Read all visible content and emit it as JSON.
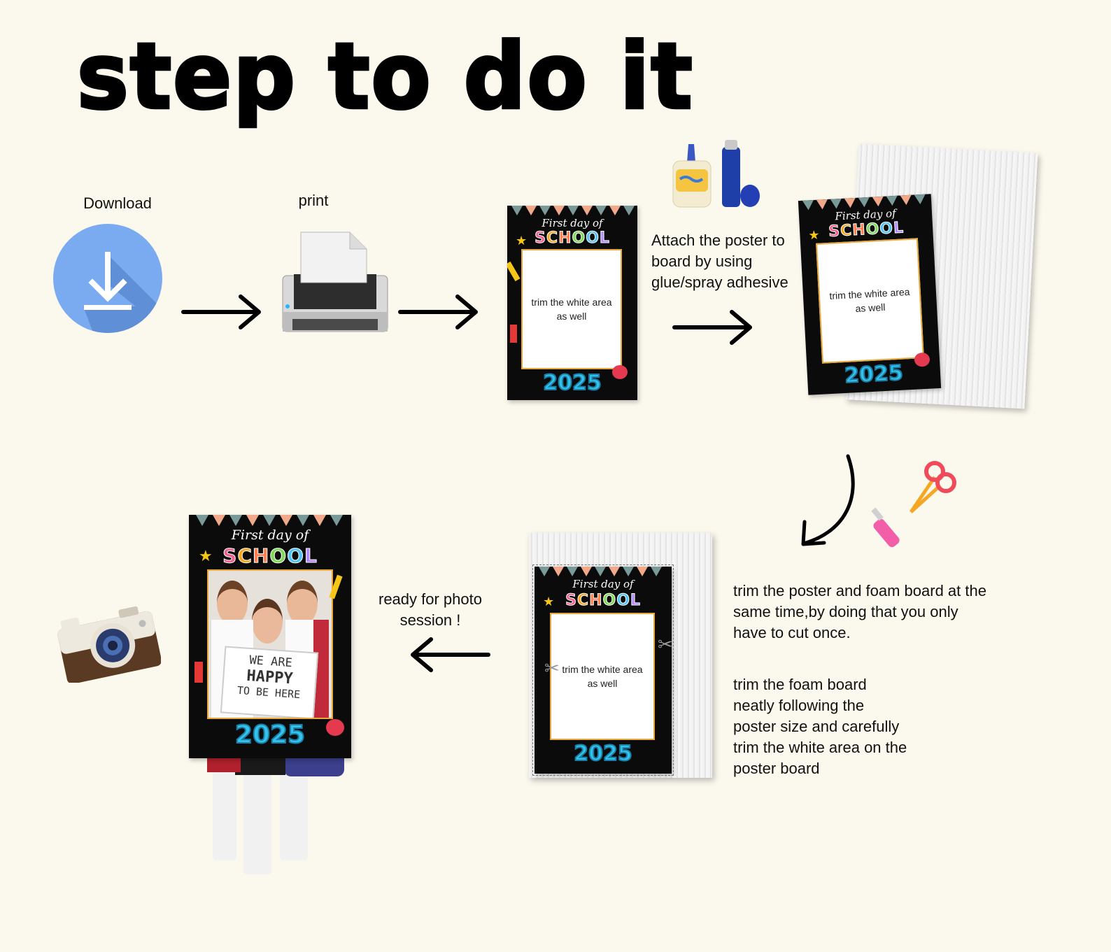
{
  "title": "step to do it",
  "steps": {
    "download_label": "Download",
    "print_label": "print",
    "attach_text": "Attach the poster to board by using glue/spray adhesive",
    "trim_text_1": "trim the poster and foam board at the same time,by doing that you only have to cut once.",
    "trim_text_2": "trim the foam board neatly following the poster size and carefully trim the white area on the poster board",
    "ready_text": "ready for photo session !"
  },
  "poster": {
    "title_line": "First day of",
    "school_letters": [
      "S",
      "C",
      "H",
      "O",
      "O",
      "L"
    ],
    "school_colors": [
      "#f25f8a",
      "#f5a623",
      "#ff7f50",
      "#7ed957",
      "#4fc3f7",
      "#b388ff"
    ],
    "frame_note": "trim the white area as well",
    "year": "2025"
  },
  "sign": {
    "line1": "WE ARE",
    "line2": "HAPPY",
    "line3": "TO BE HERE"
  },
  "colors": {
    "background": "#fbf8ee",
    "download_circle": "#7aaaf0",
    "frame_border": "#e9a93a"
  }
}
